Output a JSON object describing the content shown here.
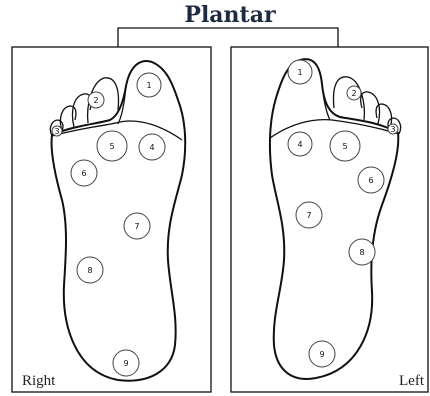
{
  "title": "Plantar",
  "feet": {
    "right": {
      "label": "Right",
      "points": [
        "1",
        "2",
        "3",
        "4",
        "5",
        "6",
        "7",
        "8",
        "9"
      ]
    },
    "left": {
      "label": "Left",
      "points": [
        "1",
        "2",
        "3",
        "4",
        "5",
        "6",
        "7",
        "8",
        "9"
      ]
    }
  }
}
